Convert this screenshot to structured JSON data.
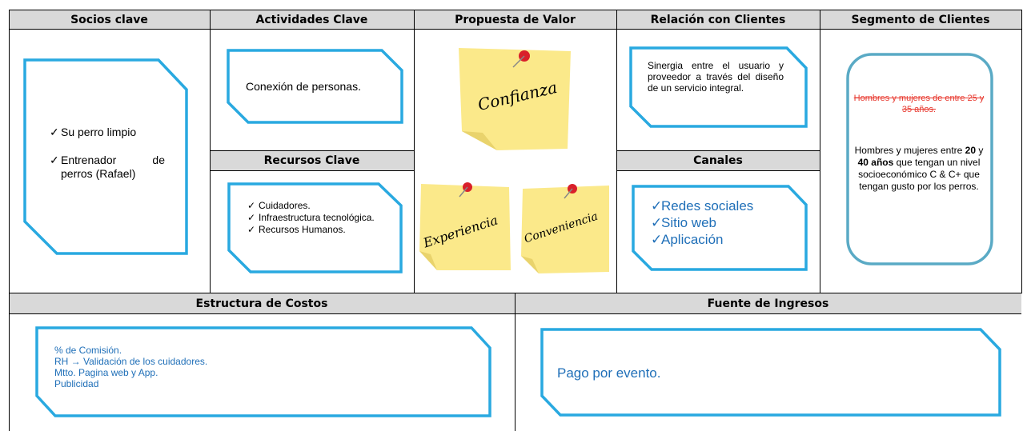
{
  "headers": {
    "socios": "Socios clave",
    "actividades": "Actividades Clave",
    "propuesta": "Propuesta de Valor",
    "relacion": "Relación con Clientes",
    "segmento": "Segmento de Clientes",
    "recursos": "Recursos Clave",
    "canales": "Canales",
    "costos": "Estructura de Costos",
    "ingresos": "Fuente de Ingresos"
  },
  "socios": {
    "items": [
      "Su perro limpio",
      "Entrenador de perros (Rafael)"
    ]
  },
  "actividades": {
    "text": "Conexión de personas."
  },
  "recursos": {
    "items": [
      "Cuidadores.",
      "Infraestructura tecnológica.",
      "Recursos Humanos."
    ]
  },
  "propuesta": {
    "notes": [
      "Confianza",
      "Experiencia",
      "Conveniencia"
    ]
  },
  "relacion": {
    "text": "Sinergia entre el usuario y proveedor a través del diseño de un servicio integral."
  },
  "canales": {
    "items": [
      "Redes sociales",
      "Sitio web",
      "Aplicación"
    ]
  },
  "segmento": {
    "struck": "Hombres y mujeres de entre 25 y 35 años.",
    "p1": "Hombres y mujeres entre ",
    "num1": "20",
    "p2": " y ",
    "num2": "40 años",
    "p3": " que tengan un nivel socioeconómico C & C+ que tengan gusto por los perros."
  },
  "costos": {
    "lines": [
      "% de Comisión.",
      "RH → Validación de los cuidadores.",
      "Mtto. Pagina web y App.",
      "Publicidad"
    ]
  },
  "ingresos": {
    "text": "Pago por evento."
  },
  "colors": {
    "outline": "#29a9e0",
    "header_bg": "#d9d9d9",
    "sticky": "#fbe98a",
    "pin": "#d9202a",
    "strike": "#e8392f",
    "blue_text": "#1f6fb8"
  }
}
